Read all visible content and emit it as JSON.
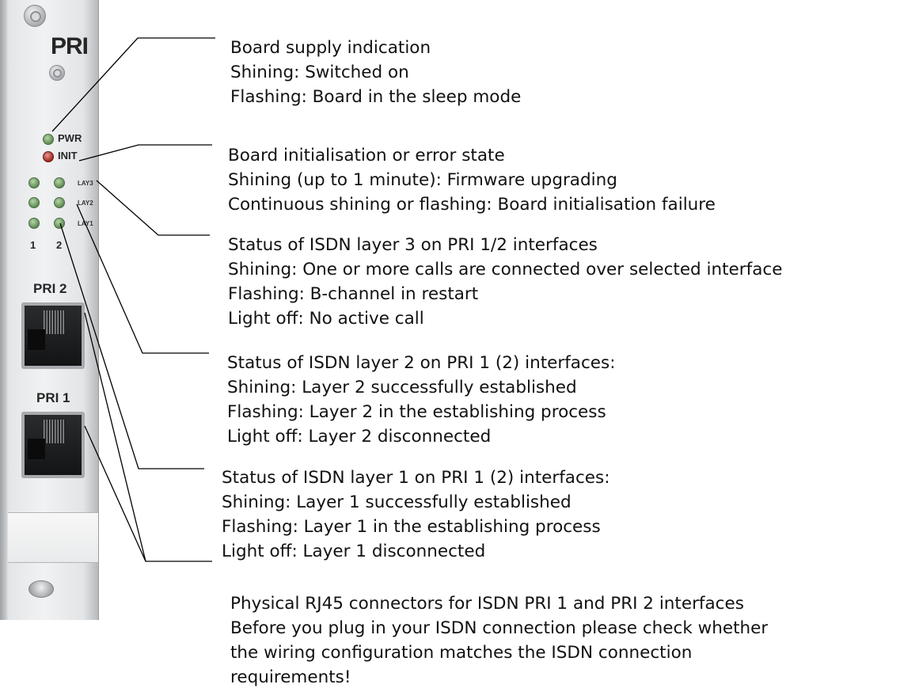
{
  "panel": {
    "title": "PRI",
    "led_pwr": "PWR",
    "led_init": "INIT",
    "led_lay3": "LAY3",
    "led_lay2": "LAY2",
    "led_lay1": "LAY1",
    "port_num_1": "1",
    "port_num_2": "2",
    "port_label_2": "PRI 2",
    "port_label_1": "PRI 1"
  },
  "descriptions": [
    {
      "line1": "Board supply indication",
      "line2": "Shining: Switched on",
      "line3": "Flashing: Board in the sleep mode"
    },
    {
      "line1": "Board initialisation or error state",
      "line2": "Shining (up to 1 minute): Firmware upgrading",
      "line3": "Continuous shining or flashing: Board initialisation failure"
    },
    {
      "line1": "Status of ISDN layer 3 on PRI 1/2 interfaces",
      "line2": "Shining: One or more calls are connected over selected interface",
      "line3": "Flashing: B-channel in restart",
      "line4": "Light off: No active call"
    },
    {
      "line1": "Status of ISDN layer 2 on PRI 1 (2) interfaces:",
      "line2": "Shining: Layer 2 successfully established",
      "line3": "Flashing: Layer 2 in the establishing process",
      "line4": "Light off: Layer 2 disconnected"
    },
    {
      "line1": "Status of ISDN layer 1 on PRI 1 (2) interfaces:",
      "line2": "Shining: Layer 1 successfully established",
      "line3": "Flashing: Layer 1 in the establishing process",
      "line4": "Light off: Layer 1 disconnected"
    },
    {
      "line1": "Physical RJ45 connectors for ISDN PRI 1 and PRI 2 interfaces",
      "line2": "Before you plug in your ISDN connection please check whether",
      "line3": "the wiring configuration matches the ISDN connection",
      "line4": "requirements!"
    }
  ],
  "colors": {
    "led_green": "#5e8c54",
    "led_red": "#a0281f"
  }
}
